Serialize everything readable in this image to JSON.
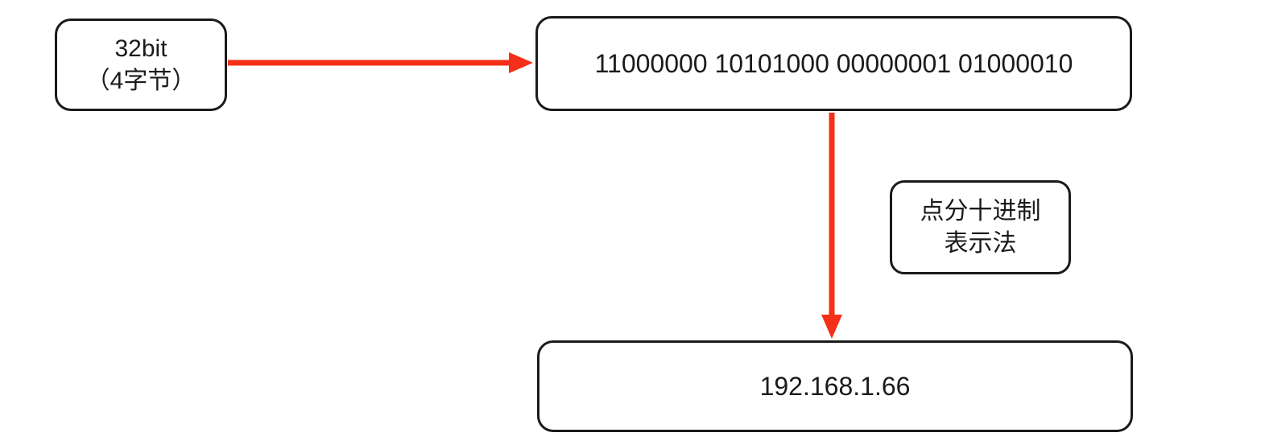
{
  "diagram": {
    "title_semantic": "IPv4 address binary to dotted-decimal conversion diagram",
    "nodes": {
      "bits": {
        "line1": "32bit",
        "line2": "（4字节）"
      },
      "binary": {
        "value": "11000000 10101000 00000001 01000010"
      },
      "notation_label": {
        "line1": "点分十进制",
        "line2": "表示法"
      },
      "decimal": {
        "value": "192.168.1.66"
      }
    },
    "colors": {
      "arrow": "#f43019",
      "border": "#1a1a1a",
      "background": "#ffffff",
      "text": "#1a1a1a"
    }
  }
}
